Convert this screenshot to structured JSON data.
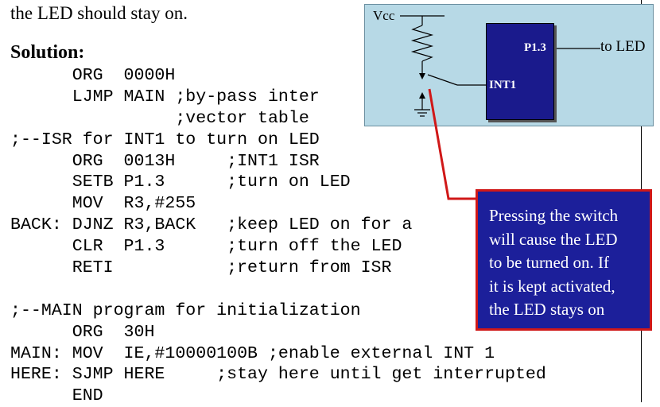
{
  "intro_text": "the LED should stay on.",
  "solution_label": "Solution:",
  "code_lines": [
    "      ORG  0000H",
    "      LJMP MAIN ;by-pass inter",
    "                ;vector table",
    ";--ISR for INT1 to turn on LED",
    "      ORG  0013H     ;INT1 ISR",
    "      SETB P1.3      ;turn on LED",
    "      MOV  R3,#255",
    "BACK: DJNZ R3,BACK   ;keep LED on for a",
    "      CLR  P1.3      ;turn off the LED",
    "      RETI           ;return from ISR",
    "",
    ";--MAIN program for initialization",
    "      ORG  30H",
    "MAIN: MOV  IE,#10000100B ;enable external INT 1",
    "HERE: SJMP HERE     ;stay here until get interrupted",
    "      END"
  ],
  "diagram": {
    "vcc_label": "Vcc",
    "pin_p13_label": "P1.3",
    "pin_int1_label": "INT1",
    "to_led_label": "to LED",
    "colors": {
      "background": "#b7d9e6",
      "chip": "#1a1a8c"
    }
  },
  "callout": {
    "lines": [
      "Pressing the switch",
      "will cause the LED",
      "to be turned on. If",
      "it is kept activated,",
      "the LED stays on"
    ],
    "colors": {
      "background": "#1c1f9a",
      "border": "#d01818",
      "pointer": "#d01818"
    }
  }
}
